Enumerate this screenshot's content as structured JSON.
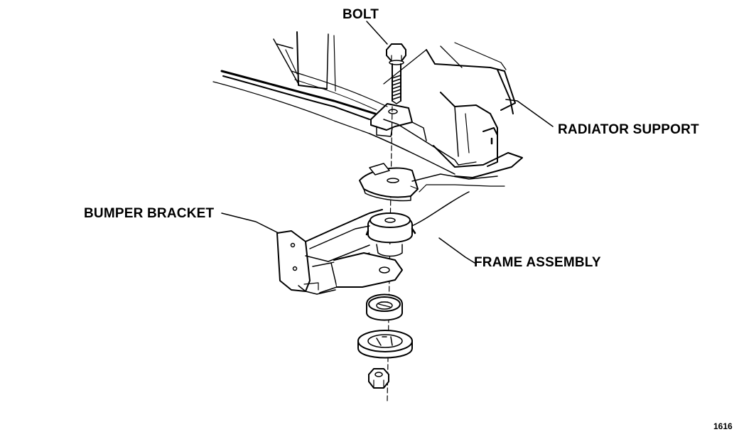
{
  "labels": {
    "bolt": "BOLT",
    "radiator_support": "RADIATOR SUPPORT",
    "bumper_bracket": "BUMPER BRACKET",
    "frame_assembly": "FRAME ASSEMBLY",
    "figure_number": "1616"
  },
  "colors": {
    "line": "#000000",
    "background": "#ffffff"
  }
}
